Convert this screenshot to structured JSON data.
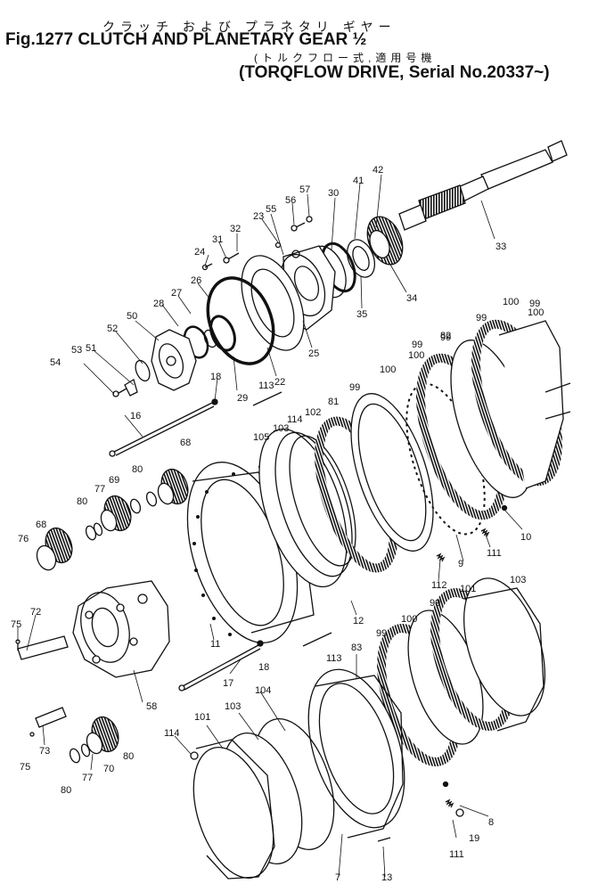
{
  "header": {
    "kana_title": "クラッチ および プラネタリ ギヤー",
    "title": "Fig.1277 CLUTCH AND PLANETARY GEAR ½",
    "kana_subtitle": "(トルクフロー式,適用号機",
    "subtitle": "(TORQFLOW DRIVE, Serial No.20337~)"
  },
  "callouts": [
    {
      "id": "c-33",
      "text": "33"
    },
    {
      "id": "c-42",
      "text": "42"
    },
    {
      "id": "c-41",
      "text": "41"
    },
    {
      "id": "c-30",
      "text": "30"
    },
    {
      "id": "c-57",
      "text": "57"
    },
    {
      "id": "c-56",
      "text": "56"
    },
    {
      "id": "c-55",
      "text": "55"
    },
    {
      "id": "c-23",
      "text": "23"
    },
    {
      "id": "c-32",
      "text": "32"
    },
    {
      "id": "c-31",
      "text": "31"
    },
    {
      "id": "c-24",
      "text": "24"
    },
    {
      "id": "c-34",
      "text": "34"
    },
    {
      "id": "c-35",
      "text": "35"
    },
    {
      "id": "c-25",
      "text": "25"
    },
    {
      "id": "c-26",
      "text": "26"
    },
    {
      "id": "c-27",
      "text": "27"
    },
    {
      "id": "c-28",
      "text": "28"
    },
    {
      "id": "c-50",
      "text": "50"
    },
    {
      "id": "c-52",
      "text": "52"
    },
    {
      "id": "c-51",
      "text": "51"
    },
    {
      "id": "c-53",
      "text": "53"
    },
    {
      "id": "c-54",
      "text": "54"
    },
    {
      "id": "c-22",
      "text": "22"
    },
    {
      "id": "c-29",
      "text": "29"
    },
    {
      "id": "c-18a",
      "text": "18"
    },
    {
      "id": "c-113a",
      "text": "113"
    },
    {
      "id": "c-16",
      "text": "16"
    },
    {
      "id": "c-100a",
      "text": "100"
    },
    {
      "id": "c-99a",
      "text": "99"
    },
    {
      "id": "c-100b",
      "text": "100"
    },
    {
      "id": "c-99b",
      "text": "99"
    },
    {
      "id": "c-82",
      "text": "82"
    },
    {
      "id": "c-99c",
      "text": "99"
    },
    {
      "id": "c-100c",
      "text": "100"
    },
    {
      "id": "c-99d",
      "text": "99"
    },
    {
      "id": "c-100d",
      "text": "100"
    },
    {
      "id": "c-99e",
      "text": "99"
    },
    {
      "id": "c-81",
      "text": "81"
    },
    {
      "id": "c-102",
      "text": "102"
    },
    {
      "id": "c-114a",
      "text": "114"
    },
    {
      "id": "c-103a",
      "text": "103"
    },
    {
      "id": "c-105",
      "text": "105"
    },
    {
      "id": "c-68a",
      "text": "68"
    },
    {
      "id": "c-80a",
      "text": "80"
    },
    {
      "id": "c-69",
      "text": "69"
    },
    {
      "id": "c-77a",
      "text": "77"
    },
    {
      "id": "c-80b",
      "text": "80"
    },
    {
      "id": "c-68b",
      "text": "68"
    },
    {
      "id": "c-76",
      "text": "76"
    },
    {
      "id": "c-10",
      "text": "10"
    },
    {
      "id": "c-111a",
      "text": "111"
    },
    {
      "id": "c-9",
      "text": "9"
    },
    {
      "id": "c-112",
      "text": "112"
    },
    {
      "id": "c-101a",
      "text": "101"
    },
    {
      "id": "c-103b",
      "text": "103"
    },
    {
      "id": "c-75a",
      "text": "75"
    },
    {
      "id": "c-72",
      "text": "72"
    },
    {
      "id": "c-11",
      "text": "11"
    },
    {
      "id": "c-12",
      "text": "12"
    },
    {
      "id": "c-99f",
      "text": "99"
    },
    {
      "id": "c-100e",
      "text": "100"
    },
    {
      "id": "c-18b",
      "text": "18"
    },
    {
      "id": "c-113b",
      "text": "113"
    },
    {
      "id": "c-99g",
      "text": "99"
    },
    {
      "id": "c-83",
      "text": "83"
    },
    {
      "id": "c-58",
      "text": "58"
    },
    {
      "id": "c-17",
      "text": "17"
    },
    {
      "id": "c-104",
      "text": "104"
    },
    {
      "id": "c-101b",
      "text": "101"
    },
    {
      "id": "c-103c",
      "text": "103"
    },
    {
      "id": "c-114b",
      "text": "114"
    },
    {
      "id": "c-73",
      "text": "73"
    },
    {
      "id": "c-75b",
      "text": "75"
    },
    {
      "id": "c-77b",
      "text": "77"
    },
    {
      "id": "c-70",
      "text": "70"
    },
    {
      "id": "c-80c",
      "text": "80"
    },
    {
      "id": "c-80d",
      "text": "80"
    },
    {
      "id": "c-8",
      "text": "8"
    },
    {
      "id": "c-19",
      "text": "19"
    },
    {
      "id": "c-111b",
      "text": "111"
    },
    {
      "id": "c-7",
      "text": "7"
    },
    {
      "id": "c-13",
      "text": "13"
    }
  ]
}
